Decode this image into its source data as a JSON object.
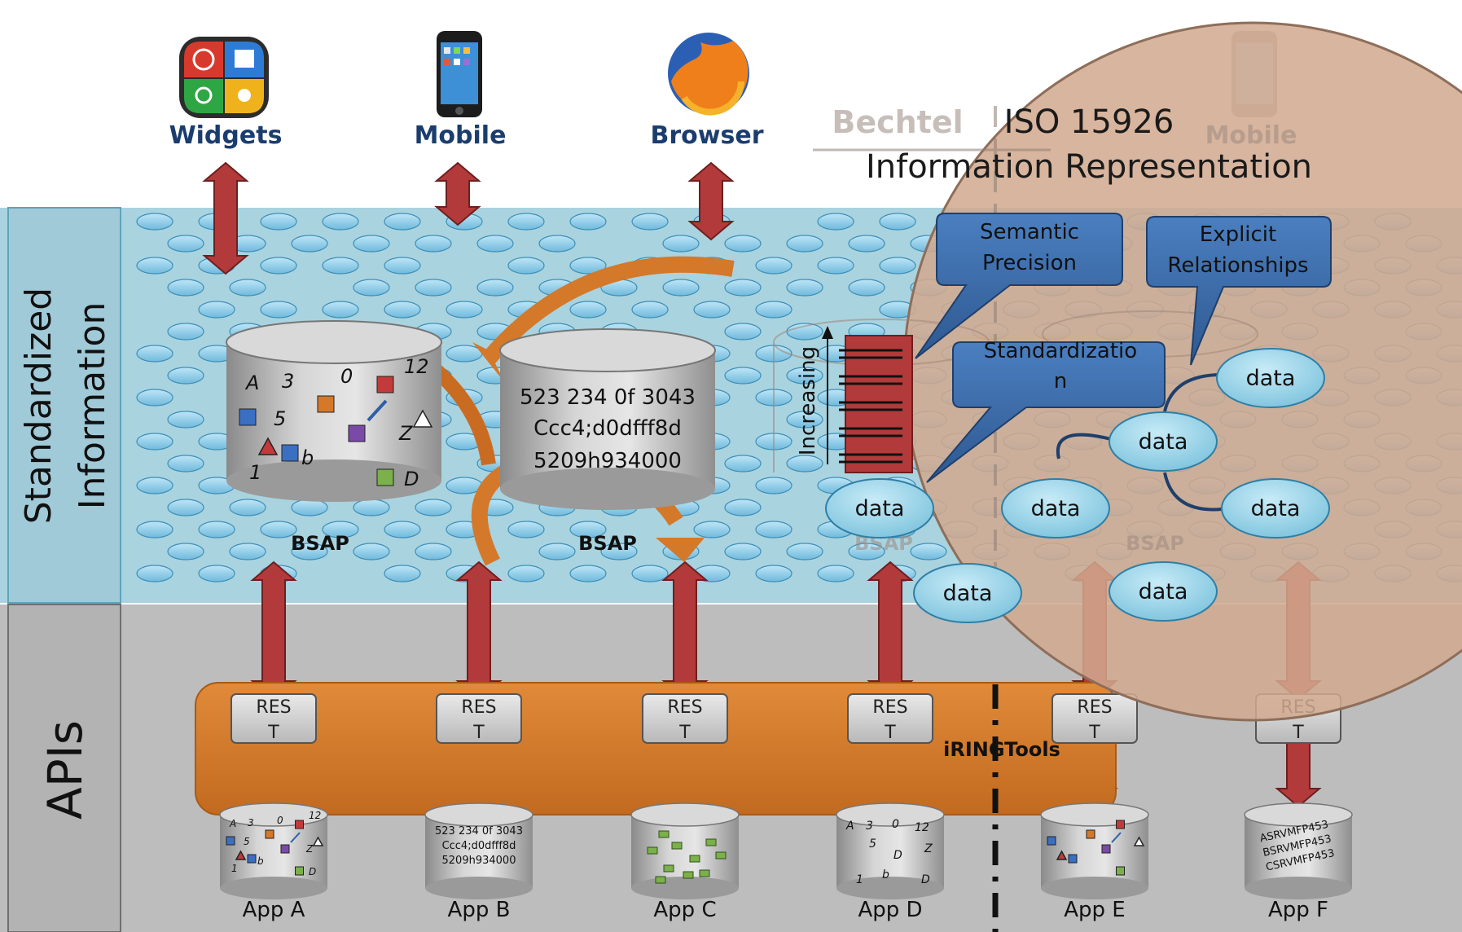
{
  "clients": [
    {
      "label": "Widgets",
      "icon": "widgets-icon"
    },
    {
      "label": "Mobile",
      "icon": "mobile-phone-icon"
    },
    {
      "label": "Browser",
      "icon": "firefox-icon"
    },
    {
      "label": "Mobile",
      "icon": "mobile-phone-icon"
    }
  ],
  "ghost_labels": {
    "bechtel": "Bechtel",
    "bsap": "BSAP"
  },
  "bands": {
    "standardized_line1": "Standardized",
    "standardized_line2": "Information",
    "apis": "APIs"
  },
  "databases": {
    "bsap_label": "BSAP",
    "symbols_db": {
      "glyphs": [
        "A",
        "3",
        "0",
        "12",
        "5",
        "b",
        "1",
        "Z",
        "D"
      ]
    },
    "text_db": {
      "lines": [
        "523 234 0f 3043",
        "Ccc4;d0dfff8d",
        "5209h934000"
      ]
    }
  },
  "rest": {
    "line1": "RES",
    "line2": "T"
  },
  "iringtools": "iRINGTools",
  "apps": [
    {
      "label": "App A"
    },
    {
      "label": "App B",
      "lines": [
        "523 234 0f 3043",
        "Ccc4;d0dfff8d",
        "5209h934000"
      ]
    },
    {
      "label": "App C"
    },
    {
      "label": "App D",
      "glyphs": [
        "A",
        "3",
        "0",
        "12",
        "5",
        "D",
        "Z",
        "1",
        "b",
        "D"
      ]
    },
    {
      "label": "App E"
    },
    {
      "label": "App F",
      "lines": [
        "ASRVMFP453",
        "BSRVMFP453",
        "CSRVMFP453"
      ]
    }
  ],
  "iso": {
    "title_line1": "ISO 15926",
    "title_line2": "Information Representation",
    "callouts": {
      "semantic_line1": "Semantic",
      "semantic_line2": "Precision",
      "explicit_line1": "Explicit",
      "explicit_line2": "Relationships",
      "standard_line1": "Standardizatio",
      "standard_line2": "n"
    },
    "increasing": "Increasing",
    "data": "data"
  },
  "colors": {
    "water": "#a9d3df",
    "bubble": "#8ecdeb",
    "apis_band": "#bdbdbd",
    "arrow": "#b23a3a",
    "iring": "#d4782a",
    "lens": "#d2a98e",
    "callout": "#3a67a6",
    "data_node": "#8fcfe6"
  }
}
